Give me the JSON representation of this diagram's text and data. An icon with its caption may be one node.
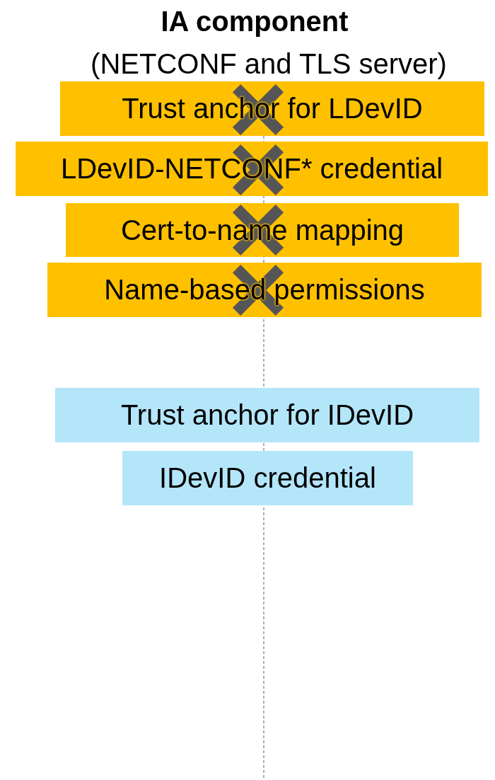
{
  "diagram": {
    "title": "IA component",
    "nodes": [
      {
        "text": [
          "Trust anchor for LDevID"
        ]
      },
      {
        "text": [
          "LDevID-NETCONF* credential"
        ]
      },
      {
        "text": [
          "Cert-to-name mapping"
        ]
      },
      {
        "text": [
          "Name-based permissions"
        ]
      },
      {
        "text": [
          "Trust anchor for IDevID"
        ]
      },
      {
        "text": [
          "IDevID credential"
        ]
      }
    ],
    "labels": [
      "(NETCONF and TLS server)"
    ]
  }
}
